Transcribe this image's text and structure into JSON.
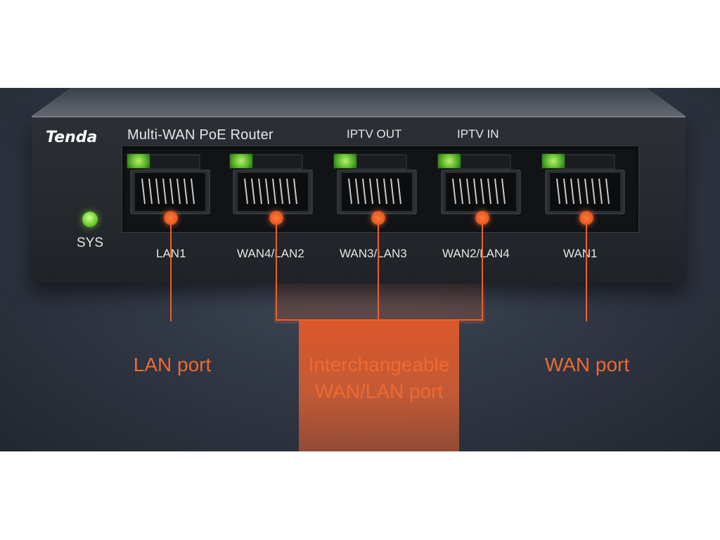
{
  "brand": "Tenda",
  "device": {
    "model_label": "Multi-WAN PoE Router",
    "iptv_out_label": "IPTV OUT",
    "iptv_in_label": "IPTV IN",
    "sys_label": "SYS"
  },
  "ports": [
    {
      "label": "LAN1",
      "type": "lan"
    },
    {
      "label": "WAN4/LAN2",
      "type": "interchangeable"
    },
    {
      "label": "WAN3/LAN3",
      "type": "interchangeable"
    },
    {
      "label": "WAN2/LAN4",
      "type": "interchangeable"
    },
    {
      "label": "WAN1",
      "type": "wan"
    }
  ],
  "callouts": {
    "lan": "LAN port",
    "interchangeable_line1": "Interchangeable",
    "interchangeable_line2": "WAN/LAN port",
    "wan": "WAN port"
  },
  "colors": {
    "accent": "#ee6a30",
    "led_green": "#7bdc3a",
    "label_text": "#e6e6e6"
  }
}
